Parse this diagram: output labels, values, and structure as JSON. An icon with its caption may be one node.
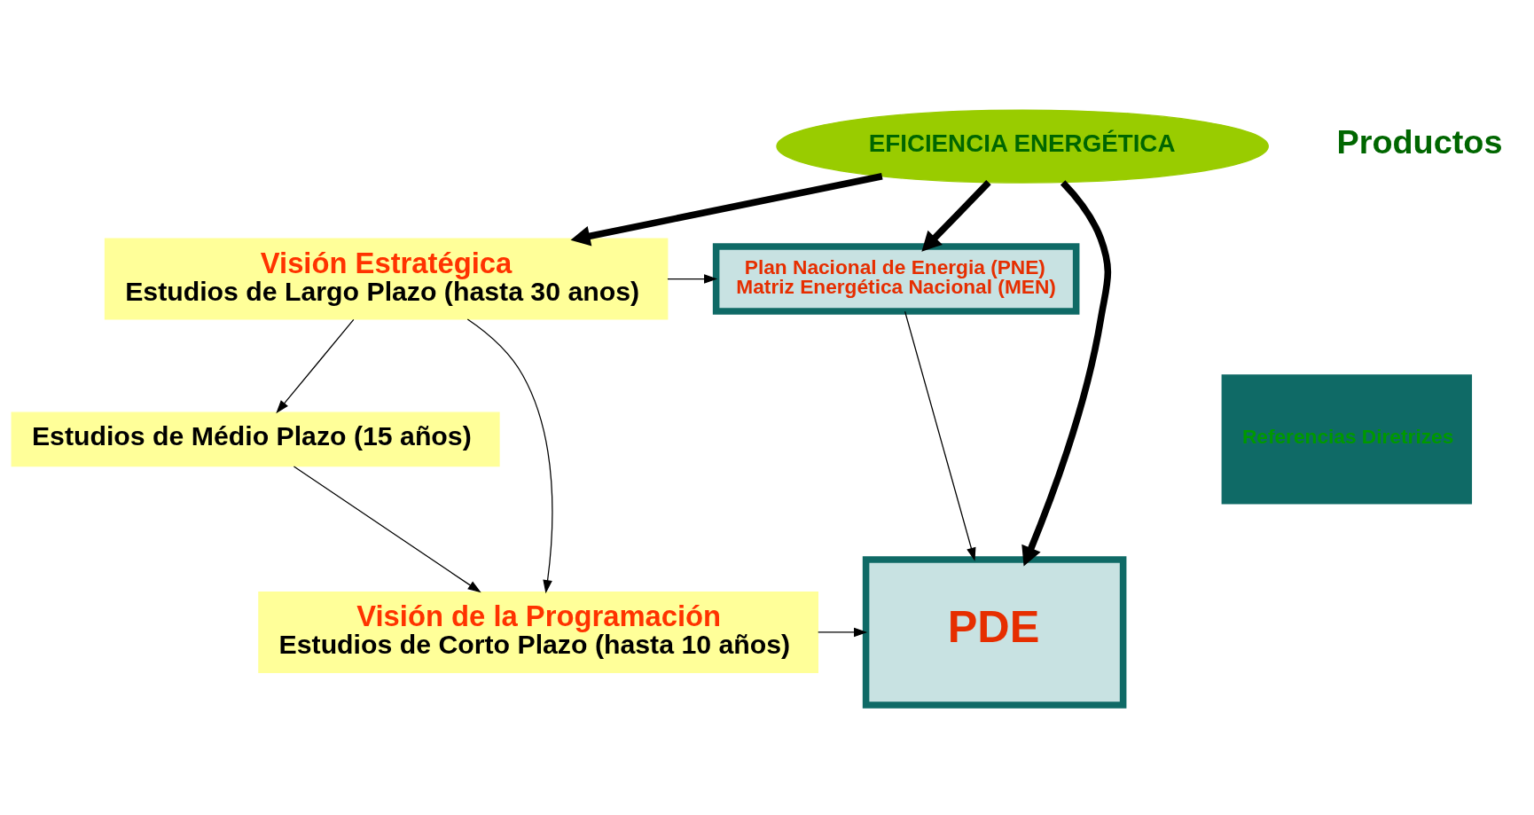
{
  "diagram": {
    "nodes": [
      {
        "text": [
          "EFICIENCIA ENERGÉTICA"
        ]
      },
      {
        "text": [
          "Visión Estratégica",
          "Estudios de Largo Plazo (hasta 30 anos)"
        ]
      },
      {
        "text": [
          "Estudios de Médio Plazo (15 años)"
        ]
      },
      {
        "text": [
          "Visión de la Programación",
          "Estudios de Corto Plazo (hasta 10 años)"
        ]
      },
      {
        "text": [
          "Plan Nacional de Energia (PNE)",
          "Matriz Energética Nacional (MEN)"
        ]
      },
      {
        "text": [
          "PDE"
        ]
      },
      {
        "text": [
          "Referencias Diretrizes"
        ]
      }
    ],
    "edges": [
      {
        "from": 0,
        "to": 1,
        "arrow": "to",
        "style": "thick"
      },
      {
        "from": 0,
        "to": 5,
        "arrow": "to",
        "style": "thick"
      },
      {
        "from": 0,
        "to": 4,
        "arrow": "to",
        "style": "thick"
      },
      {
        "from": 1,
        "to": 4,
        "arrow": "to"
      },
      {
        "from": 1,
        "to": 2,
        "arrow": "to"
      },
      {
        "from": 1,
        "to": 3,
        "arrow": "to"
      },
      {
        "from": 2,
        "to": 3,
        "arrow": "to"
      },
      {
        "from": 3,
        "to": 5,
        "arrow": "to"
      },
      {
        "from": 4,
        "to": 5,
        "arrow": "to"
      }
    ],
    "labels": [
      "Productos"
    ]
  }
}
